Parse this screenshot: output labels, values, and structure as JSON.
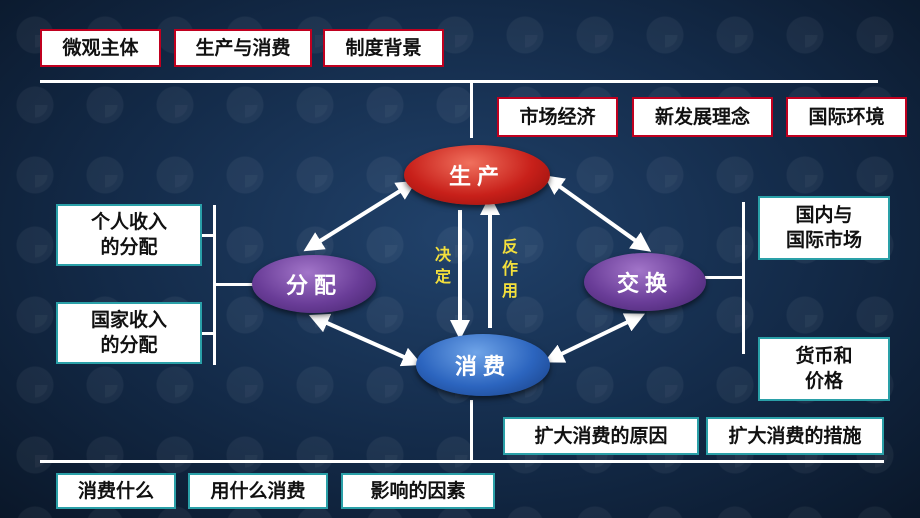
{
  "top_boxes": [
    "微观主体",
    "生产与消费",
    "制度背景"
  ],
  "right_top_boxes": [
    "市场经济",
    "新发展理念",
    "国际环境"
  ],
  "left_boxes": [
    "个人收入\n的分配",
    "国家收入\n的分配"
  ],
  "right_boxes": [
    "国内与\n国际市场",
    "货币和\n价格"
  ],
  "bottom_right_boxes": [
    "扩大消费的原因",
    "扩大消费的措施"
  ],
  "bottom_boxes": [
    "消费什么",
    "用什么消费",
    "影响的因素"
  ],
  "nodes": {
    "production": "生产",
    "distribution": "分配",
    "exchange": "交换",
    "consumption": "消费"
  },
  "labels": {
    "decides": "决定",
    "reacts": "反作用"
  },
  "colors": {
    "box_border_red": "#c0001f",
    "box_border_teal": "#2aa0a8",
    "label_yellow": "#f3df3c"
  }
}
